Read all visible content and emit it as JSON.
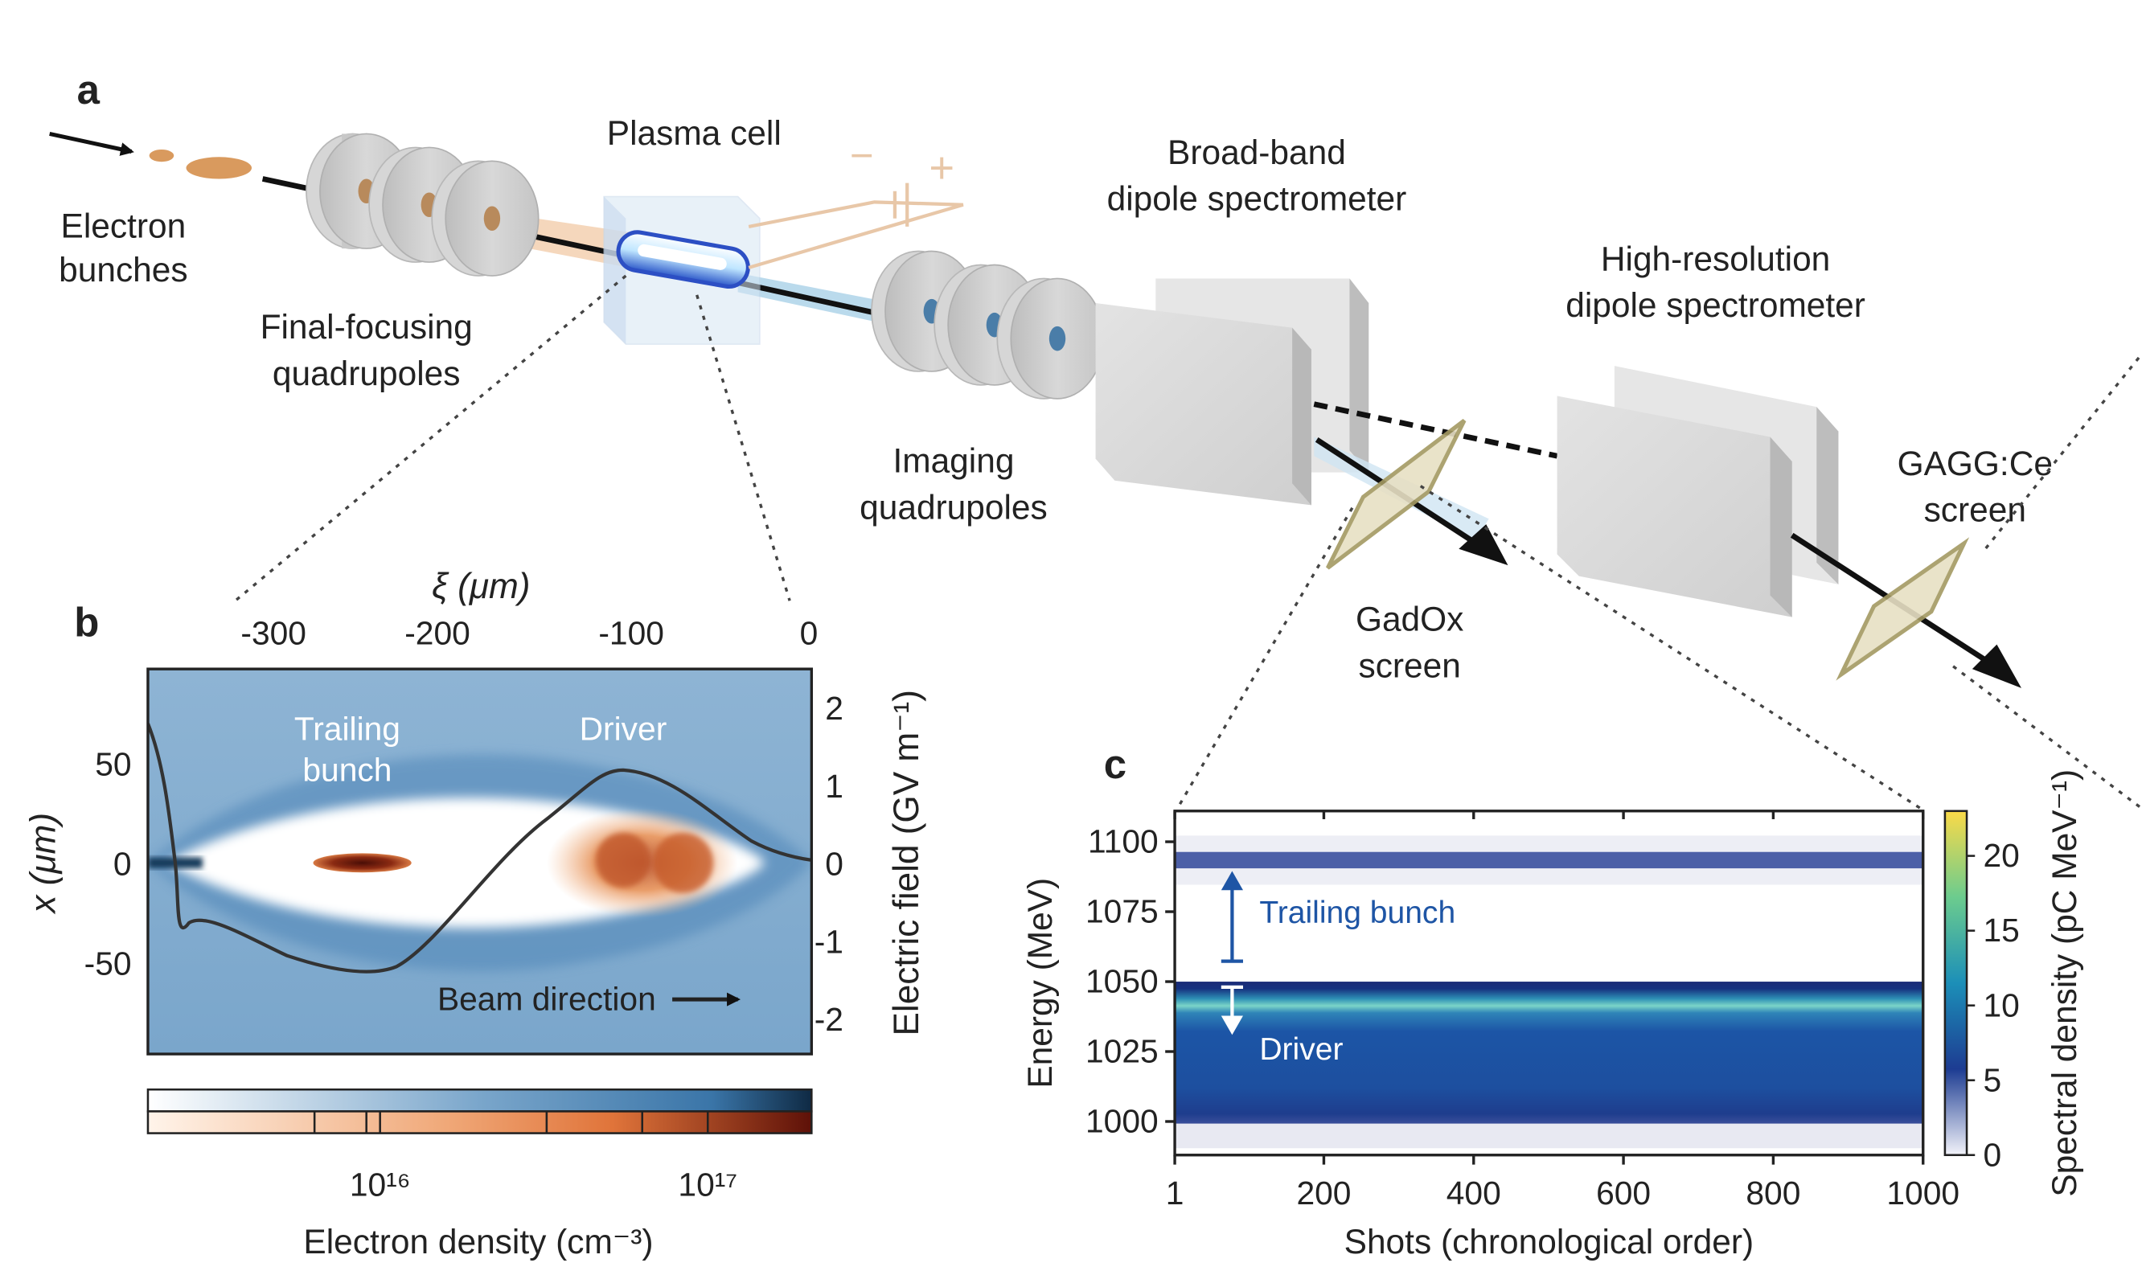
{
  "panel_a": {
    "letter": "a",
    "labels": {
      "electron_bunches": [
        "Electron",
        "bunches"
      ],
      "final_focusing": [
        "Final-focusing",
        "quadrupoles"
      ],
      "plasma_cell": "Plasma cell",
      "imaging": [
        "Imaging",
        "quadrupoles"
      ],
      "broadband": [
        "Broad-band",
        "dipole spectrometer"
      ],
      "highres": [
        "High-resolution",
        "dipole spectrometer"
      ],
      "gadox": [
        "GadOx",
        "screen"
      ],
      "gagg": [
        "GAGG:Ce",
        "screen"
      ],
      "minus": "−",
      "plus": "+"
    }
  },
  "panel_b": {
    "letter": "b",
    "top_axis_label": "ξ (μm)",
    "top_ticks": [
      "-300",
      "-200",
      "-100",
      "0"
    ],
    "left_axis_label": "x (μm)",
    "left_ticks": [
      "50",
      "0",
      "-50"
    ],
    "right_axis_label": "Electric field (GV m⁻¹)",
    "right_ticks": [
      "2",
      "1",
      "0",
      "-1",
      "-2"
    ],
    "trailing_label": [
      "Trailing",
      "bunch"
    ],
    "driver_label": "Driver",
    "beam_direction": "Beam direction",
    "colorbar_ticks": [
      "10¹⁶",
      "10¹⁷"
    ],
    "colorbar_label": "Electron density (cm⁻³)",
    "colors": {
      "plasma": "#4f86b8",
      "bunch": "#e07a3a",
      "bunch_core": "#6b1a0c"
    }
  },
  "chart_data": {
    "type": "heatmap",
    "title": "",
    "letter": "c",
    "xlabel": "Shots (chronological order)",
    "ylabel": "Energy (MeV)",
    "xlim": [
      1,
      1000
    ],
    "ylim": [
      988,
      1111
    ],
    "x_ticks": [
      "1",
      "200",
      "400",
      "600",
      "800",
      "1000"
    ],
    "y_ticks": [
      "1100",
      "1075",
      "1050",
      "1025",
      "1000"
    ],
    "colorbar": {
      "label": "Spectral density (pC MeV⁻¹)",
      "range": [
        0,
        23
      ],
      "ticks": [
        "20",
        "15",
        "10",
        "5",
        "0"
      ]
    },
    "bands": [
      {
        "name": "Trailing bunch",
        "energy_center": 1097,
        "energy_width": 4
      },
      {
        "name": "Driver",
        "energy_low": 1000,
        "energy_high": 1050,
        "peak_energy": 1044
      }
    ],
    "annotations": [
      "Trailing bunch",
      "Driver"
    ]
  }
}
